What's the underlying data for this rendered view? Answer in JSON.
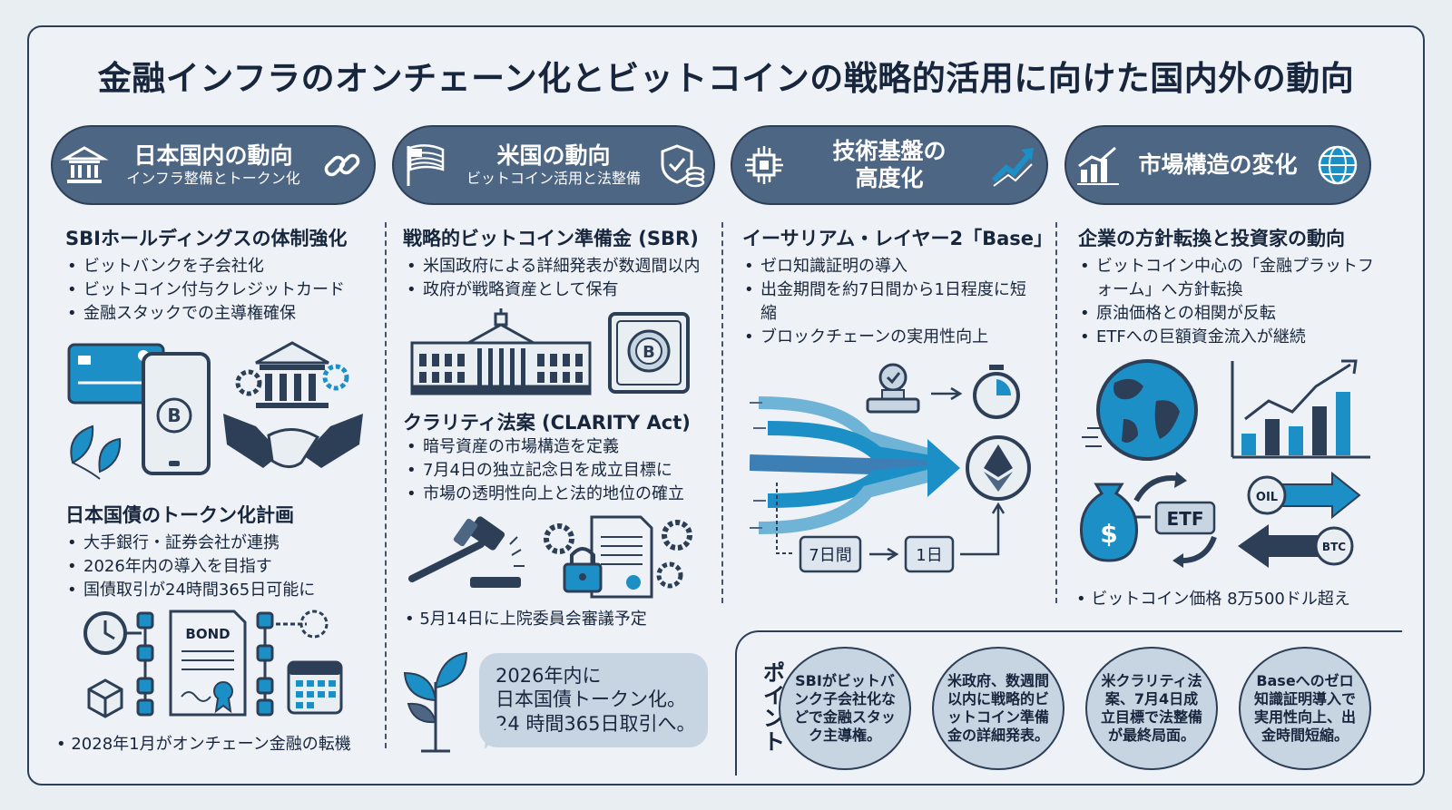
{
  "title": "金融インフラのオンチェーン化とビットコインの戦略的活用に向けた国内外の動向",
  "pills": [
    {
      "title": "日本国内の動向",
      "subtitle": "インフラ整備とトークン化"
    },
    {
      "title": "米国の動向",
      "subtitle": "ビットコイン活用と法整備"
    },
    {
      "title": "技術基盤の",
      "title2": "高度化"
    },
    {
      "title": "市場構造の変化"
    }
  ],
  "col1": {
    "sec1_title": "SBIホールディングスの体制強化",
    "sec1_bullets": [
      "ビットバンクを子会社化",
      "ビットコイン付与クレジットカード",
      "金融スタックでの主導権確保"
    ],
    "sec2_title": "日本国債のトークン化計画",
    "sec2_bullets": [
      "大手銀行・証券会社が連携",
      "2026年内の導入を目指す",
      "国債取引が24時間365日可能に"
    ],
    "bond_label": "BOND",
    "note": "2028年1月がオンチェーン金融の転機"
  },
  "col2": {
    "sec1_title": "戦略的ビットコイン準備金 (SBR)",
    "sec1_bullets": [
      "米国政府による詳細発表が数週間以内",
      "政府が戦略資産として保有"
    ],
    "sec2_title": "クラリティ法案 (CLARITY Act)",
    "sec2_bullets": [
      "暗号資産の市場構造を定義",
      "7月4日の独立記念日を成立目標に",
      "市場の透明性向上と法的地位の確立"
    ],
    "note": "5月14日に上院委員会審議予定",
    "bubble": [
      "2026年内に",
      "日本国債トークン化。",
      "24 時間365日取引へ。"
    ]
  },
  "col3": {
    "sec1_title": "イーサリアム・レイヤー2「Base」",
    "sec1_bullets": [
      "ゼロ知識証明の導入",
      "出金期間を約7日間から1日程度に短縮",
      "ブロックチェーンの実用性向上"
    ],
    "box_7days": "7日間",
    "box_1day": "1日"
  },
  "col4": {
    "sec1_title": "企業の方針転換と投資家の動向",
    "sec1_bullets": [
      "ビットコイン中心の「金融プラットフォーム」へ方針転換",
      "原油価格との相関が反転",
      "ETFへの巨額資金流入が継続"
    ],
    "etf_label": "ETF",
    "oil_label": "OIL",
    "btc_label": "BTC",
    "note": "ビットコイン価格 8万500ドル超え"
  },
  "points": {
    "label": "ポイント",
    "items": [
      "SBIがビットバンク子会社化などで金融スタック主導権。",
      "米政府、数週間以内に戦略的ビットコイン準備金の詳細発表。",
      "米クラリティ法案、7月4日成立目標で法整備が最終局面。",
      "Baseへのゼロ知識証明導入で実用性向上、出金時間短縮。"
    ]
  },
  "colors": {
    "pill": "#4d6684",
    "accent": "#1c8fc7",
    "dark": "#2d3f57",
    "bubble": "#c7d5e3"
  },
  "icons": [
    "bank-icon",
    "chain-link-icon",
    "us-flag-icon",
    "shield-coins-icon",
    "chip-icon",
    "trend-arrow-icon",
    "bar-chart-icon",
    "globe-icon"
  ]
}
